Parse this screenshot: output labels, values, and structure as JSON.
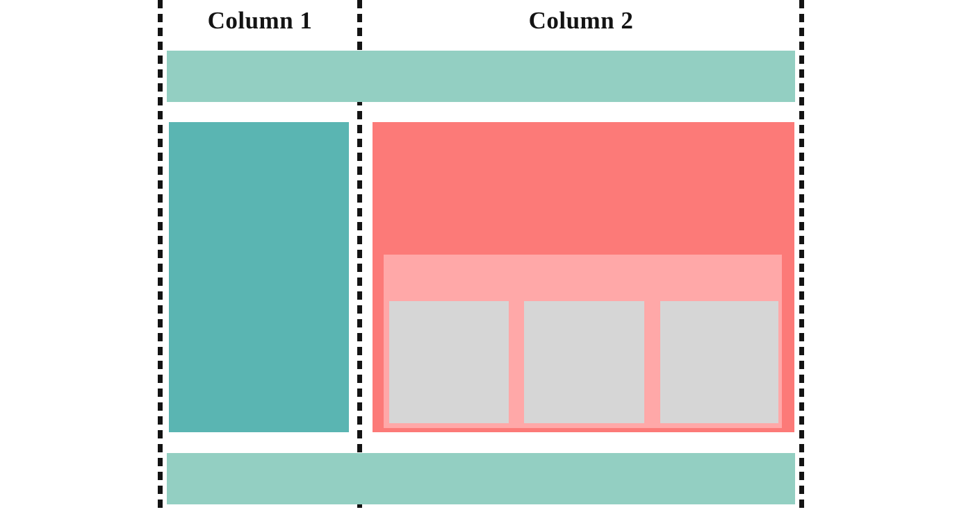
{
  "diagram": {
    "description": "Two-column grid layout diagram with dashed column boundaries",
    "columns": [
      {
        "label": "Column 1"
      },
      {
        "label": "Column 2"
      }
    ],
    "colors": {
      "light_teal": "#93cfc2",
      "dark_teal": "#5ab5b2",
      "red": "#fc7a78",
      "pink": "#ffa8a8",
      "gray": "#d6d6d6",
      "dashed_line": "#131313",
      "background": "#ffffff"
    },
    "blocks": {
      "full_width_top_bar": "light_teal",
      "full_width_bottom_bar": "light_teal",
      "column1_block": "dark_teal",
      "column2_block": "red",
      "nested_container": "pink",
      "nested_items_count": 3,
      "nested_item_color": "gray"
    }
  }
}
